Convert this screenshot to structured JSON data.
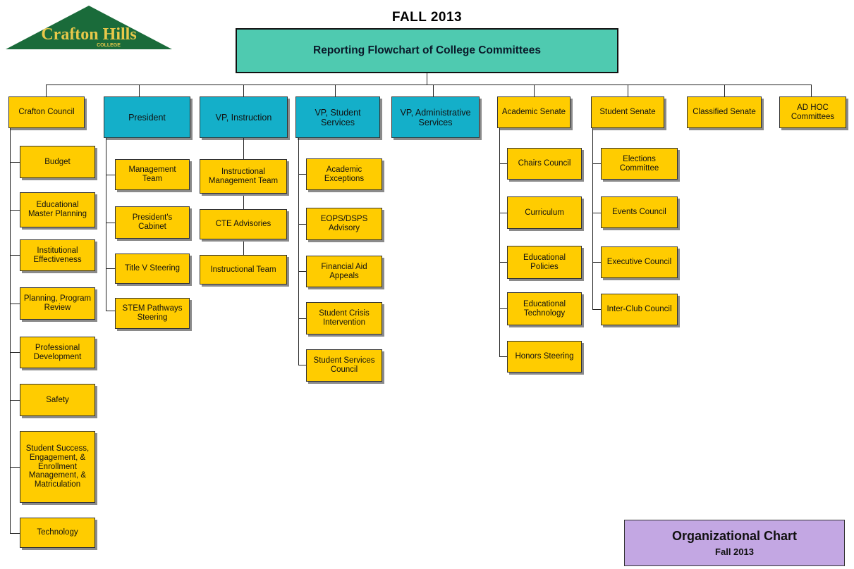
{
  "header": {
    "title": "FALL 2013",
    "main_title": "Reporting Flowchart of College Committees"
  },
  "logo": {
    "name": "Crafton Hills",
    "sub": "COLLEGE"
  },
  "top": {
    "crafton_council": "Crafton Council",
    "president": "President",
    "vp_instruction": "VP, Instruction",
    "vp_student": "VP, Student Services",
    "vp_admin": "VP, Administrative Services",
    "academic_senate": "Academic Senate",
    "student_senate": "Student Senate",
    "classified_senate": "Classified Senate",
    "ad_hoc": "AD HOC Committees"
  },
  "crafton_council_children": [
    "Budget",
    "Educational Master Planning",
    "Institutional Effectiveness",
    "Planning, Program Review",
    "Professional Development",
    "Safety",
    "Student Success, Engagement, & Enrollment Management, & Matriculation",
    "Technology"
  ],
  "president_children": [
    "Management Team",
    "President's Cabinet",
    "Title V Steering",
    "STEM Pathways Steering"
  ],
  "vp_instruction_children": [
    "Instructional Management Team",
    "CTE Advisories",
    "Instructional Team"
  ],
  "vp_student_children": [
    "Academic Exceptions",
    "EOPS/DSPS Advisory",
    "Financial Aid Appeals",
    "Student Crisis Intervention",
    "Student Services Council"
  ],
  "academic_senate_children": [
    "Chairs Council",
    "Curriculum",
    "Educational Policies",
    "Educational Technology",
    "Honors Steering"
  ],
  "student_senate_children": [
    "Elections Committee",
    "Events Council",
    "Executive Council",
    "Inter-Club Council"
  ],
  "footer": {
    "title": "Organizational Chart",
    "subtitle": "Fall 2013"
  },
  "colors": {
    "leaf": "#ffcc00",
    "admin": "#14afc9",
    "header": "#4fcab0",
    "footer": "#c3a7e3",
    "logo": "#1a6b3a"
  }
}
